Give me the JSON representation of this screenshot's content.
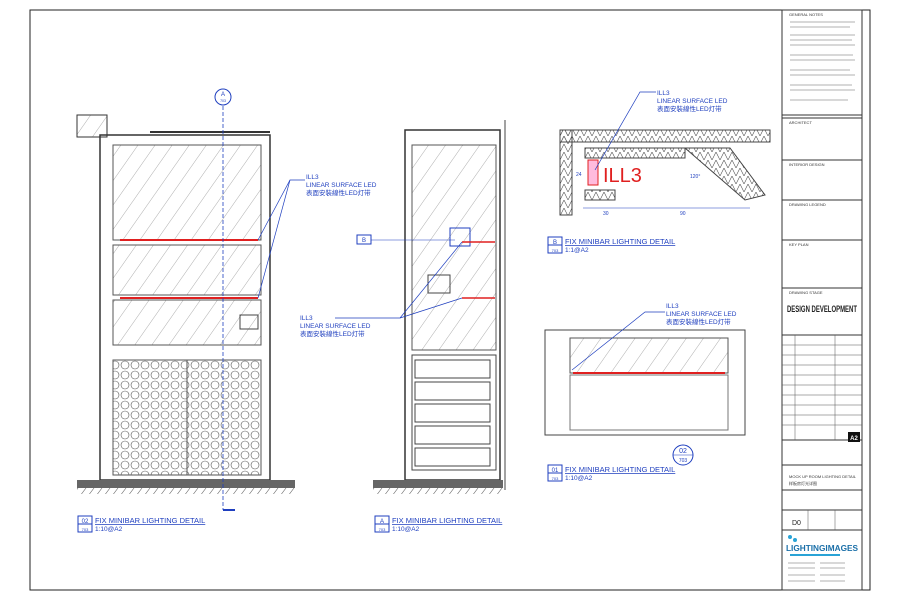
{
  "callouts": {
    "tag": "ILL3",
    "desc": "LINEAR SURFACE LED",
    "desc_cn": "表面安裝線性LED灯带",
    "big_tag": "ILL3"
  },
  "section_marker": {
    "letter": "A",
    "sheet": "703"
  },
  "elevation_marker": {
    "letter": "B"
  },
  "detail_02": {
    "num": "02",
    "sheet": "703",
    "title": "FIX MINIBAR LIGHTING DETAIL",
    "scale": "1:10@A2"
  },
  "detail_A": {
    "num": "A",
    "sheet": "703",
    "title": "FIX MINIBAR LIGHTING DETAIL",
    "scale": "1:10@A2"
  },
  "detail_B": {
    "num": "B",
    "sheet": "703",
    "title": "FIX MINIBAR LIGHTING DETAIL",
    "scale": "1:1@A2"
  },
  "detail_01": {
    "num": "01",
    "sheet": "703",
    "title": "FIX MINIBAR LIGHTING DETAIL",
    "scale": "1:10@A2"
  },
  "bubble_02": {
    "num": "02",
    "sheet": "703"
  },
  "dimensions": {
    "d1": "30",
    "d2": "90",
    "angle": "120°",
    "h": "24"
  },
  "title_block": {
    "general_notes": "GENERAL NOTES",
    "architect": "ARCHITECT",
    "interior": "INTERIOR DESIGN",
    "legend": "DRAWING LEGEND",
    "key_plan": "KEY PLAN",
    "stage_label": "DRAWING STAGE",
    "stage": "DESIGN DEVELOPMENT",
    "sheet_size": "A2",
    "drawing_title": "MOCK UP ROOM LIGHTING DETAIL",
    "drawing_title_cn": "样板房灯光详图",
    "revision": "D0",
    "brand": "LIGHTINGIMAGES"
  }
}
